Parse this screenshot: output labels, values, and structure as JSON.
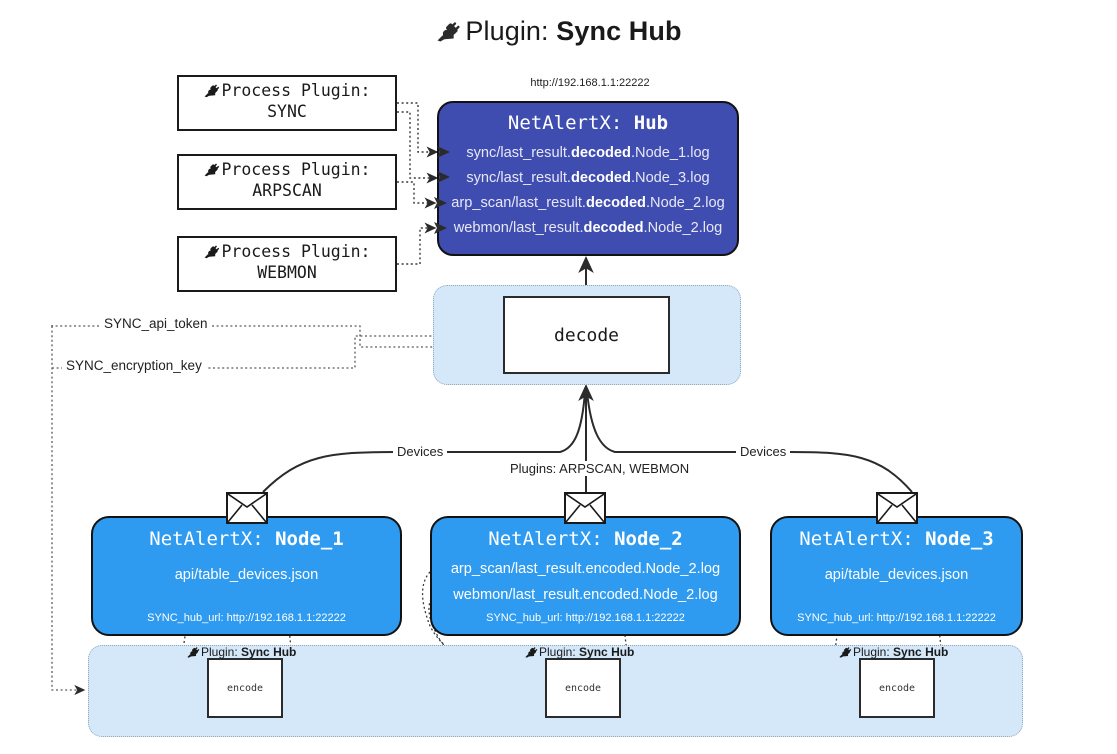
{
  "title": {
    "icon": "plug-icon",
    "prefix": "Plugin:",
    "name": "Sync Hub"
  },
  "hub": {
    "url": "http://192.168.1.1:22222",
    "title_prefix": "NetAlertX:",
    "title_name": "Hub",
    "lines": [
      {
        "pre": "sync/last_result.",
        "bold": "decoded",
        "post": ".Node_1.log"
      },
      {
        "pre": "sync/last_result.",
        "bold": "decoded",
        "post": ".Node_3.log"
      },
      {
        "pre": "arp_scan/last_result.",
        "bold": "decoded",
        "post": ".Node_2.log"
      },
      {
        "pre": "webmon/last_result.",
        "bold": "decoded",
        "post": ".Node_2.log"
      }
    ]
  },
  "process_plugins": [
    {
      "label": "Process Plugin:",
      "name": "SYNC"
    },
    {
      "label": "Process Plugin:",
      "name": "ARPSCAN"
    },
    {
      "label": "Process Plugin:",
      "name": "WEBMON"
    }
  ],
  "decode": {
    "label": "decode"
  },
  "tokens": [
    {
      "label": "SYNC_api_token"
    },
    {
      "label": "SYNC_encryption_key"
    }
  ],
  "edge_labels": {
    "devices_left": "Devices",
    "devices_right": "Devices",
    "plugins_center": "Plugins: ARPSCAN, WEBMON"
  },
  "nodes": [
    {
      "title_prefix": "NetAlertX:",
      "title_name": "Node_1",
      "lines": [
        "api/table_devices.json"
      ],
      "foot": "SYNC_hub_url: http://192.168.1.1:22222"
    },
    {
      "title_prefix": "NetAlertX:",
      "title_name": "Node_2",
      "lines": [
        "arp_scan/last_result.encoded.Node_2.log",
        "webmon/last_result.encoded.Node_2.log"
      ],
      "foot": "SYNC_hub_url: http://192.168.1.1:22222"
    },
    {
      "title_prefix": "NetAlertX:",
      "title_name": "Node_3",
      "lines": [
        "api/table_devices.json"
      ],
      "foot": "SYNC_hub_url: http://192.168.1.1:22222"
    }
  ],
  "encoders": [
    {
      "tag_prefix": "Plugin:",
      "tag_name": "Sync Hub",
      "label": "encode"
    },
    {
      "tag_prefix": "Plugin:",
      "tag_name": "Sync Hub",
      "label": "encode"
    },
    {
      "tag_prefix": "Plugin:",
      "tag_name": "Sync Hub",
      "label": "encode"
    }
  ],
  "colors": {
    "hub_fill": "#3F4DB0",
    "node_fill": "#2E9BF0",
    "container_fill": "#D4E8FA",
    "stroke": "#121212",
    "background": "#FFFFFF"
  }
}
